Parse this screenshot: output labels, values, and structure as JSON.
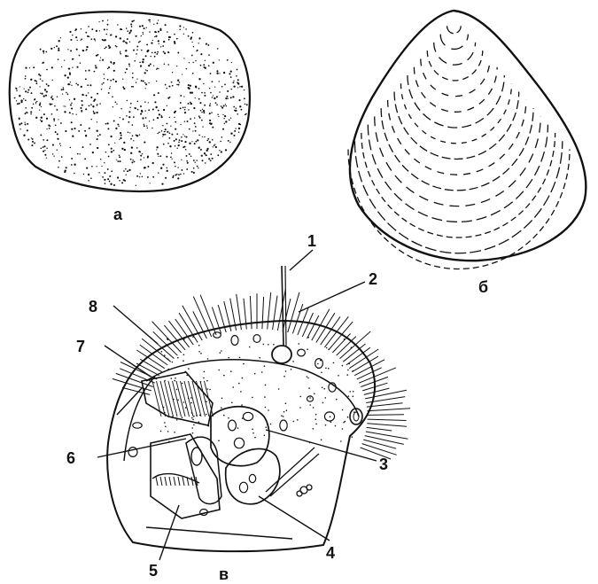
{
  "panels": {
    "a": {
      "label": "а"
    },
    "b": {
      "label": "б"
    },
    "c": {
      "label": "в"
    }
  },
  "callouts": [
    "1",
    "2",
    "3",
    "4",
    "5",
    "6",
    "7",
    "8"
  ],
  "colors": {
    "ink": "#111111",
    "paper": "#ffffff"
  }
}
